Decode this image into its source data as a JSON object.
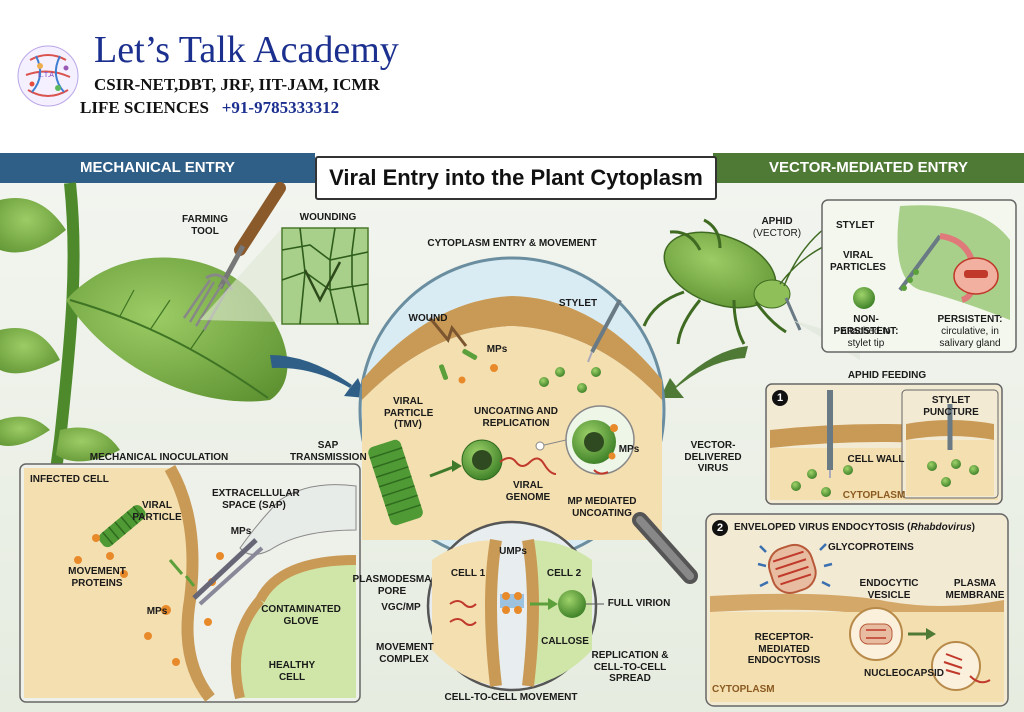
{
  "brand": {
    "name": "Let’s Talk Academy",
    "line1": "CSIR-NET,DBT, JRF, IIT-JAM, ICMR",
    "line2": "LIFE SCIENCES",
    "phone": "+91-9785333312",
    "logo_text": "L.T.A"
  },
  "banners": {
    "left": "MECHANICAL ENTRY",
    "right": "VECTOR-MEDIATED ENTRY",
    "title": "Viral Entry into the Plant Cytoplasm"
  },
  "labels": {
    "farming_tool": "FARMING\nTOOL",
    "wounding": "WOUNDING",
    "cytoplasm_entry": "CYTOPLASM ENTRY & MOVEMENT",
    "aphid": "APHID",
    "vector": "(VECTOR)",
    "wound": "WOUND",
    "mps_top": "MPs",
    "stylet_center": "STYLET",
    "viral_particle_tmv": "VIRAL\nPARTICLE\n(TMV)",
    "uncoating": "UNCOATING AND\nREPLICATION",
    "mps_zoom": "MPs",
    "viral_genome": "VIRAL\nGENOME",
    "mp_uncoating": "MP MEDIATED\nUNCOATING",
    "sap_transmission": "SAP\nTRANSMISSION",
    "vector_delivered": "VECTOR-\nDELIVERED\nVIRUS",
    "mechanical_inoculation": "MECHANICAL INOCULATION",
    "cell1": "CELL 1",
    "cell2": "CELL 2",
    "umps": "UMPs",
    "plasmodesma": "PLASMODESMA\nPORE",
    "vgc_mp": "VGC/MP",
    "full_virion": "FULL VIRION",
    "callose": "CALLOSE",
    "movement_complex": "MOVEMENT\nCOMPLEX",
    "replication_spread": "REPLICATION &\nCELL-TO-CELL\nSPREAD",
    "cell_to_cell": "CELL-TO-CELL MOVEMENT"
  },
  "inset_stylet": {
    "stylet": "STYLET",
    "viral_particles": "VIRAL\nPARTICLES",
    "non_persistent_title": "NON-PERSISTENT:",
    "non_persistent_desc": "attached to\nstylet tip",
    "persistent_title": "PERSISTENT:",
    "persistent_desc": "circulative, in\nsalivary gland"
  },
  "aphid_feeding": {
    "title": "APHID FEEDING",
    "num": "1",
    "stylet_puncture": "STYLET PUNCTURE",
    "cell_wall": "CELL WALL",
    "cytoplasm": "CYTOPLASM"
  },
  "endocytosis": {
    "num": "2",
    "title": "ENVELOPED VIRUS ENDOCYTOSIS (",
    "title_italic": "Rhabdovirus",
    "title_end": ")",
    "glycoproteins": "GLYCOPROTEINS",
    "endocytic_vesicle": "ENDOCYTIC\nVESICLE",
    "plasma_membrane": "PLASMA\nMEMBRANE",
    "receptor_mediated": "RECEPTOR-MEDIATED\nENDOCYTOSIS",
    "nucleocapsid": "NUCLEOCAPSID",
    "cytoplasm": "CYTOPLASM"
  },
  "mech_panel": {
    "infected_cell": "INFECTED CELL",
    "viral_particle": "VIRAL\nPARTICLE",
    "extracellular": "EXTRACELLULAR\nSPACE (SAP)",
    "mps_a": "MPs",
    "movement_proteins": "MOVEMENT\nPROTEINS",
    "mps_b": "MPs",
    "contaminated_glove": "CONTAMINATED\nGLOVE",
    "healthy_cell": "HEALTHY\nCELL"
  },
  "colors": {
    "banner_left": "#2f5f86",
    "banner_right": "#4f7a35",
    "brand_blue": "#1b2f8f",
    "cytoplasm": "#f4dfb0",
    "cell_wall": "#c99a55",
    "virus_green": "#3f8f2f",
    "mp_orange": "#e88a2a"
  }
}
